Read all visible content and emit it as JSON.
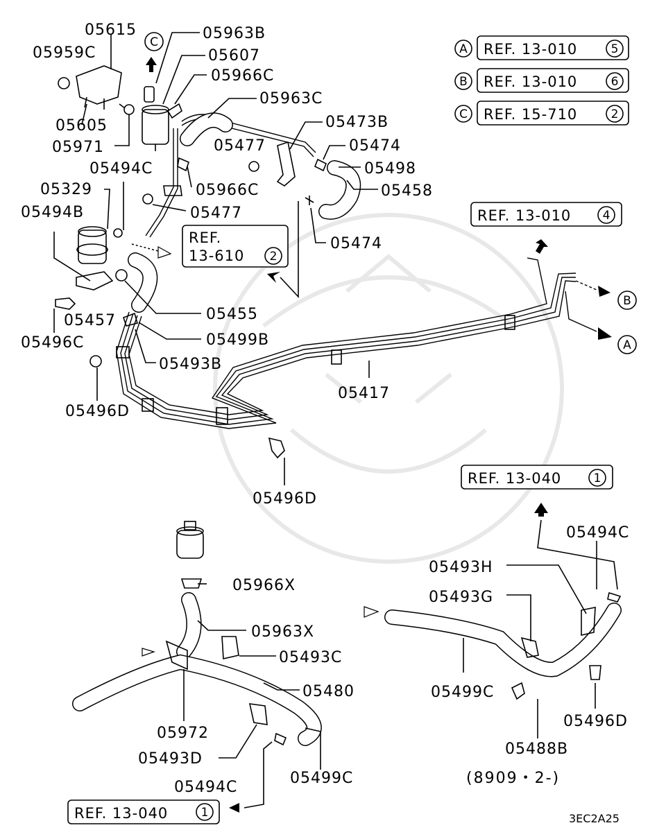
{
  "parts": {
    "p05615": "05615",
    "p05963B": "05963B",
    "p05959C": "05959C",
    "p05607": "05607",
    "p05966C_1": "05966C",
    "p05963C": "05963C",
    "p05605": "05605",
    "p05971": "05971",
    "p05473B": "05473B",
    "p05477_1": "05477",
    "p05474_1": "05474",
    "p05494C_1": "05494C",
    "p05498": "05498",
    "p05329": "05329",
    "p05966C_2": "05966C",
    "p05458": "05458",
    "p05494B": "05494B",
    "p05477_2": "05477",
    "p05474_2": "05474",
    "p05455": "05455",
    "p05457": "05457",
    "p05499B": "05499B",
    "p05496C": "05496C",
    "p05493B": "05493B",
    "p05417": "05417",
    "p05496D_1": "05496D",
    "p05496D_2": "05496D",
    "p05494C_2": "05494C",
    "p05966X": "05966X",
    "p05493H": "05493H",
    "p05493G": "05493G",
    "p05963X": "05963X",
    "p05493C": "05493C",
    "p05480": "05480",
    "p05499C_1": "05499C",
    "p05972": "05972",
    "p05496D_3": "05496D",
    "p05493D": "05493D",
    "p05488B": "05488B",
    "p05494C_3": "05494C",
    "p05499C_2": "05499C"
  },
  "refs": {
    "ref_a_text": "REF. 13-010",
    "ref_a_num": "5",
    "ref_b_text": "REF. 13-010",
    "ref_b_num": "6",
    "ref_c_text": "REF. 15-710",
    "ref_c_num": "2",
    "ref_4_text": "REF. 13-010",
    "ref_4_num": "4",
    "ref_610_line1": "REF.",
    "ref_610_line2": "13-610",
    "ref_610_num": "2",
    "ref_040_top_text": "REF. 13-040",
    "ref_040_top_num": "1",
    "ref_040_bottom_text": "REF. 13-040",
    "ref_040_bottom_num": "1"
  },
  "markers": {
    "a": "A",
    "b": "B",
    "c": "C"
  },
  "notes": {
    "date_range": "(8909・2-)",
    "drawing_code": "3EC2A25"
  }
}
